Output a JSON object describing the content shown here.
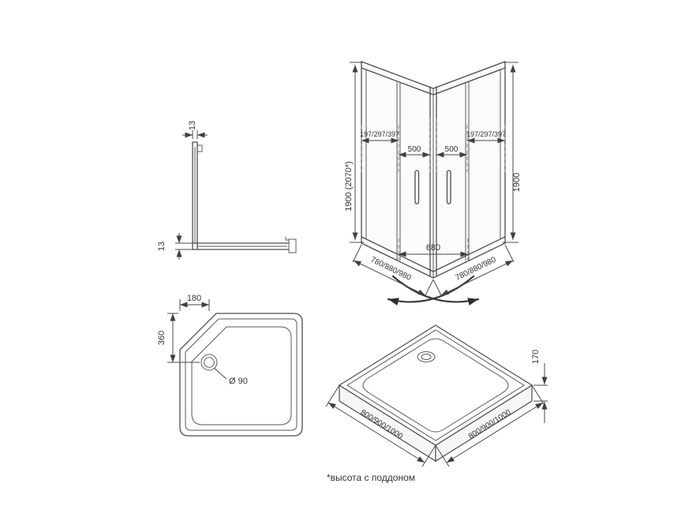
{
  "colors": {
    "line": "#4d4d4d",
    "dim_text": "#333333",
    "extension_line": "#8a8a8a"
  },
  "profile_view": {
    "dim_top": "13",
    "dim_left": "13"
  },
  "enclosure_view": {
    "dim_left_top": "197/297/397",
    "dim_door_left": "500",
    "dim_door_right": "500",
    "dim_right_top": "197/297/397",
    "dim_height_left": "1900 (2070*)",
    "dim_height_right": "1900",
    "dim_entry": "680",
    "dim_bottom_left": "780/880/980",
    "dim_bottom_right": "780/880/980"
  },
  "tray_top_view": {
    "dim_drain_offset_x": "180",
    "dim_drain_offset_y": "360",
    "drain_diameter": "Ø 90"
  },
  "tray_3d_view": {
    "dim_height": "170",
    "dim_side_left": "800/900/1000",
    "dim_side_right": "800/900/1000"
  },
  "footnote": "*высота с поддоном"
}
